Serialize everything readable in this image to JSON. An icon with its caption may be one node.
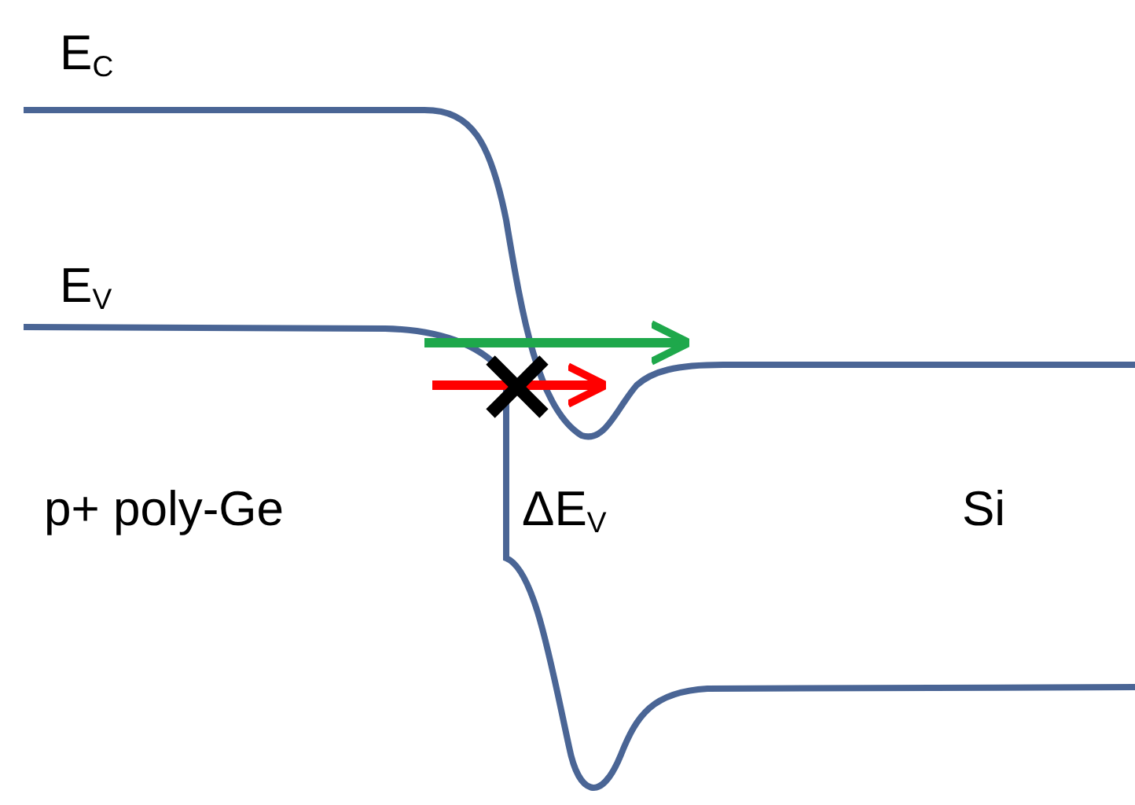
{
  "diagram": {
    "labels": [
      "E$_{C}$",
      "E$_{V}$",
      "p+ poly-Ge",
      "ΔE$_{V}$",
      "Si"
    ]
  }
}
